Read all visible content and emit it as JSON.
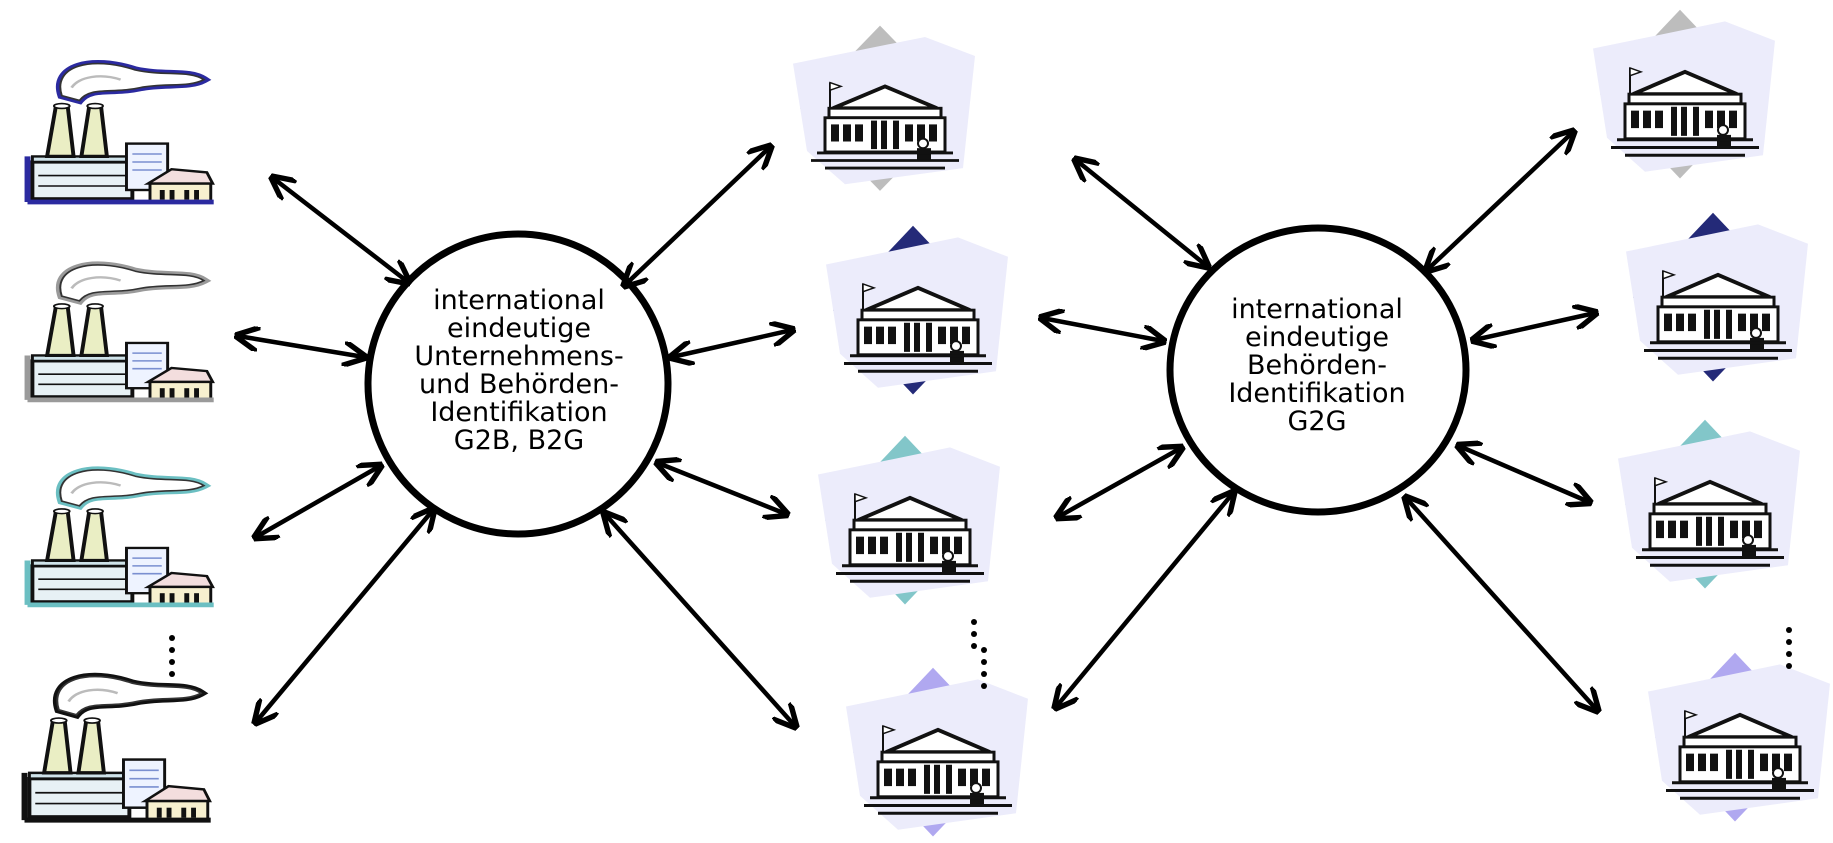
{
  "hub_left": {
    "lines": [
      "international",
      "eindeutige",
      "Unternehmens-",
      "und Behörden-",
      "Identifikation",
      "G2B, B2G"
    ]
  },
  "hub_right": {
    "lines": [
      "international",
      "eindeutige",
      "Behörden-",
      "Identifikation",
      "G2G"
    ]
  },
  "colors": {
    "arrow": "#000000",
    "hub_stroke": "#000000",
    "factory_1_accent": "#2b2aa0",
    "factory_2_accent": "#9a9a9a",
    "factory_3_accent": "#6bbfc2",
    "factory_4_accent": "#111111",
    "gov_bg": "#ececfb",
    "gov_1_accent": "#bdbdbd",
    "gov_2_accent": "#242a78",
    "gov_3_accent": "#82c6c9",
    "gov_4_accent": "#b0a8f0"
  },
  "icons": {
    "factory": "factory-icon",
    "government": "government-building-icon",
    "ellipsis": "vertical-ellipsis-icon"
  }
}
